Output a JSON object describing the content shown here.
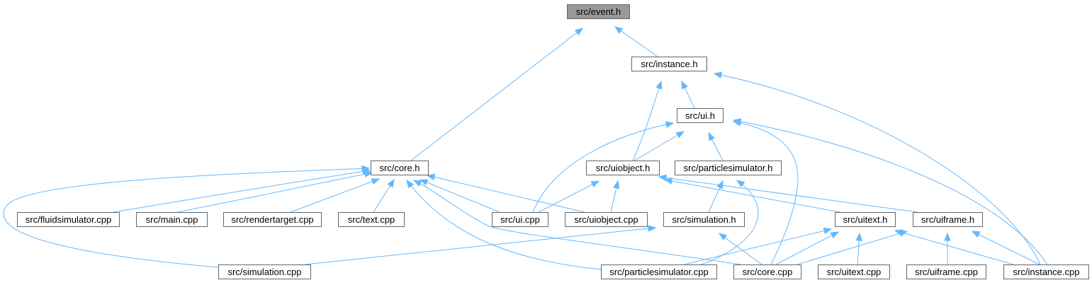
{
  "graph": {
    "root": "event_h",
    "nodes": [
      {
        "id": "event_h",
        "label": "src/event.h",
        "root": true
      },
      {
        "id": "instance_h",
        "label": "src/instance.h"
      },
      {
        "id": "ui_h",
        "label": "src/ui.h"
      },
      {
        "id": "core_h",
        "label": "src/core.h"
      },
      {
        "id": "uiobject_h",
        "label": "src/uiobject.h"
      },
      {
        "id": "particlesimulator_h",
        "label": "src/particlesimulator.h"
      },
      {
        "id": "fluidsimulator_cpp",
        "label": "src/fluidsimulator.cpp"
      },
      {
        "id": "main_cpp",
        "label": "src/main.cpp"
      },
      {
        "id": "rendertarget_cpp",
        "label": "src/rendertarget.cpp"
      },
      {
        "id": "text_cpp",
        "label": "src/text.cpp"
      },
      {
        "id": "ui_cpp",
        "label": "src/ui.cpp"
      },
      {
        "id": "uiobject_cpp",
        "label": "src/uiobject.cpp"
      },
      {
        "id": "simulation_h",
        "label": "src/simulation.h"
      },
      {
        "id": "uitext_h",
        "label": "src/uitext.h"
      },
      {
        "id": "uiframe_h",
        "label": "src/uiframe.h"
      },
      {
        "id": "simulation_cpp",
        "label": "src/simulation.cpp"
      },
      {
        "id": "particlesimulator_cpp",
        "label": "src/particlesimulator.cpp"
      },
      {
        "id": "core_cpp",
        "label": "src/core.cpp"
      },
      {
        "id": "uitext_cpp",
        "label": "src/uitext.cpp"
      },
      {
        "id": "uiframe_cpp",
        "label": "src/uiframe.cpp"
      },
      {
        "id": "instance_cpp",
        "label": "src/instance.cpp"
      }
    ],
    "edges": [
      {
        "from": "instance_h",
        "to": "event_h"
      },
      {
        "from": "core_h",
        "to": "event_h"
      },
      {
        "from": "ui_h",
        "to": "instance_h"
      },
      {
        "from": "uiobject_h",
        "to": "instance_h"
      },
      {
        "from": "instance_cpp",
        "to": "instance_h"
      },
      {
        "from": "uiobject_h",
        "to": "ui_h"
      },
      {
        "from": "particlesimulator_h",
        "to": "ui_h"
      },
      {
        "from": "ui_cpp",
        "to": "ui_h"
      },
      {
        "from": "core_cpp",
        "to": "ui_h"
      },
      {
        "from": "instance_cpp",
        "to": "ui_h"
      },
      {
        "from": "fluidsimulator_cpp",
        "to": "core_h"
      },
      {
        "from": "main_cpp",
        "to": "core_h"
      },
      {
        "from": "rendertarget_cpp",
        "to": "core_h"
      },
      {
        "from": "text_cpp",
        "to": "core_h"
      },
      {
        "from": "ui_cpp",
        "to": "core_h"
      },
      {
        "from": "uiobject_cpp",
        "to": "core_h"
      },
      {
        "from": "simulation_cpp",
        "to": "core_h"
      },
      {
        "from": "particlesimulator_cpp",
        "to": "core_h"
      },
      {
        "from": "core_cpp",
        "to": "core_h"
      },
      {
        "from": "ui_cpp",
        "to": "uiobject_h"
      },
      {
        "from": "uiobject_cpp",
        "to": "uiobject_h"
      },
      {
        "from": "uitext_h",
        "to": "uiobject_h"
      },
      {
        "from": "uiframe_h",
        "to": "uiobject_h"
      },
      {
        "from": "simulation_h",
        "to": "particlesimulator_h"
      },
      {
        "from": "particlesimulator_cpp",
        "to": "particlesimulator_h"
      },
      {
        "from": "simulation_cpp",
        "to": "simulation_h"
      },
      {
        "from": "core_cpp",
        "to": "simulation_h"
      },
      {
        "from": "particlesimulator_cpp",
        "to": "uitext_h"
      },
      {
        "from": "core_cpp",
        "to": "uitext_h"
      },
      {
        "from": "uitext_cpp",
        "to": "uitext_h"
      },
      {
        "from": "instance_cpp",
        "to": "uitext_h"
      },
      {
        "from": "core_cpp",
        "to": "uiframe_h"
      },
      {
        "from": "uiframe_cpp",
        "to": "uiframe_h"
      },
      {
        "from": "instance_cpp",
        "to": "uiframe_h"
      }
    ]
  },
  "colors": {
    "edge": "#63b8ff",
    "root_fill": "#999999",
    "node_border": "#666666"
  }
}
